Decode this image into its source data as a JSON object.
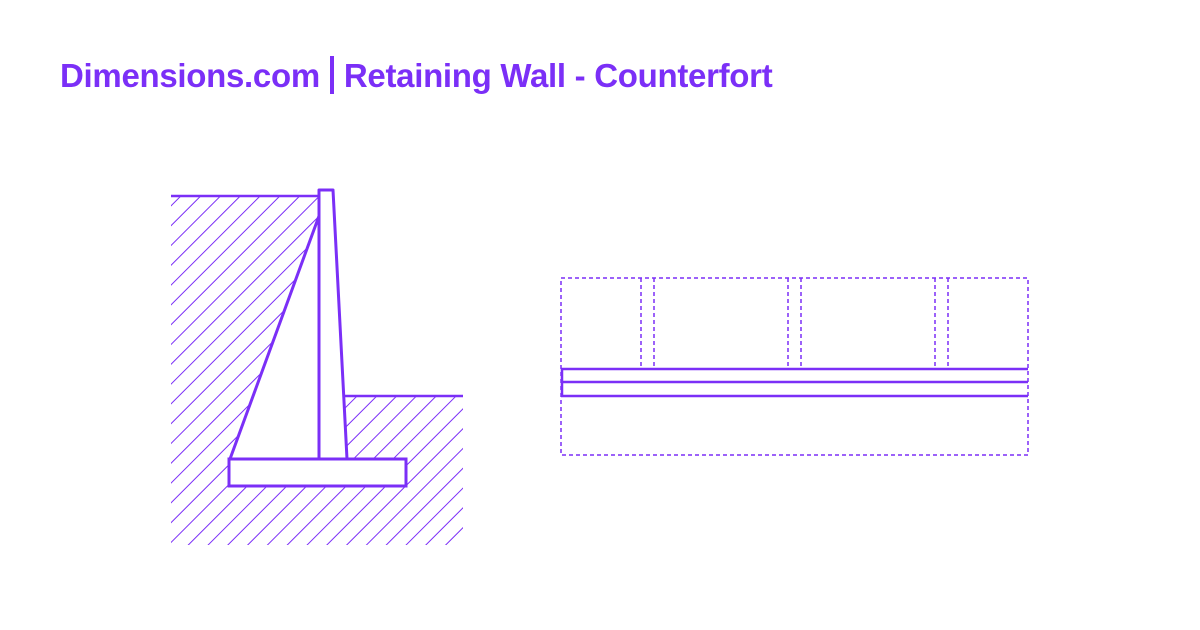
{
  "header": {
    "brand": "Dimensions.com",
    "separator": "|",
    "title": "Retaining Wall - Counterfort"
  },
  "colors": {
    "accent": "#7b2ff7",
    "background": "#ffffff"
  },
  "drawings": [
    {
      "name": "section-view",
      "description": "Counterfort retaining wall section with hatched soil"
    },
    {
      "name": "plan-view",
      "description": "Counterfort retaining wall plan with dashed counterforts and footing"
    }
  ]
}
